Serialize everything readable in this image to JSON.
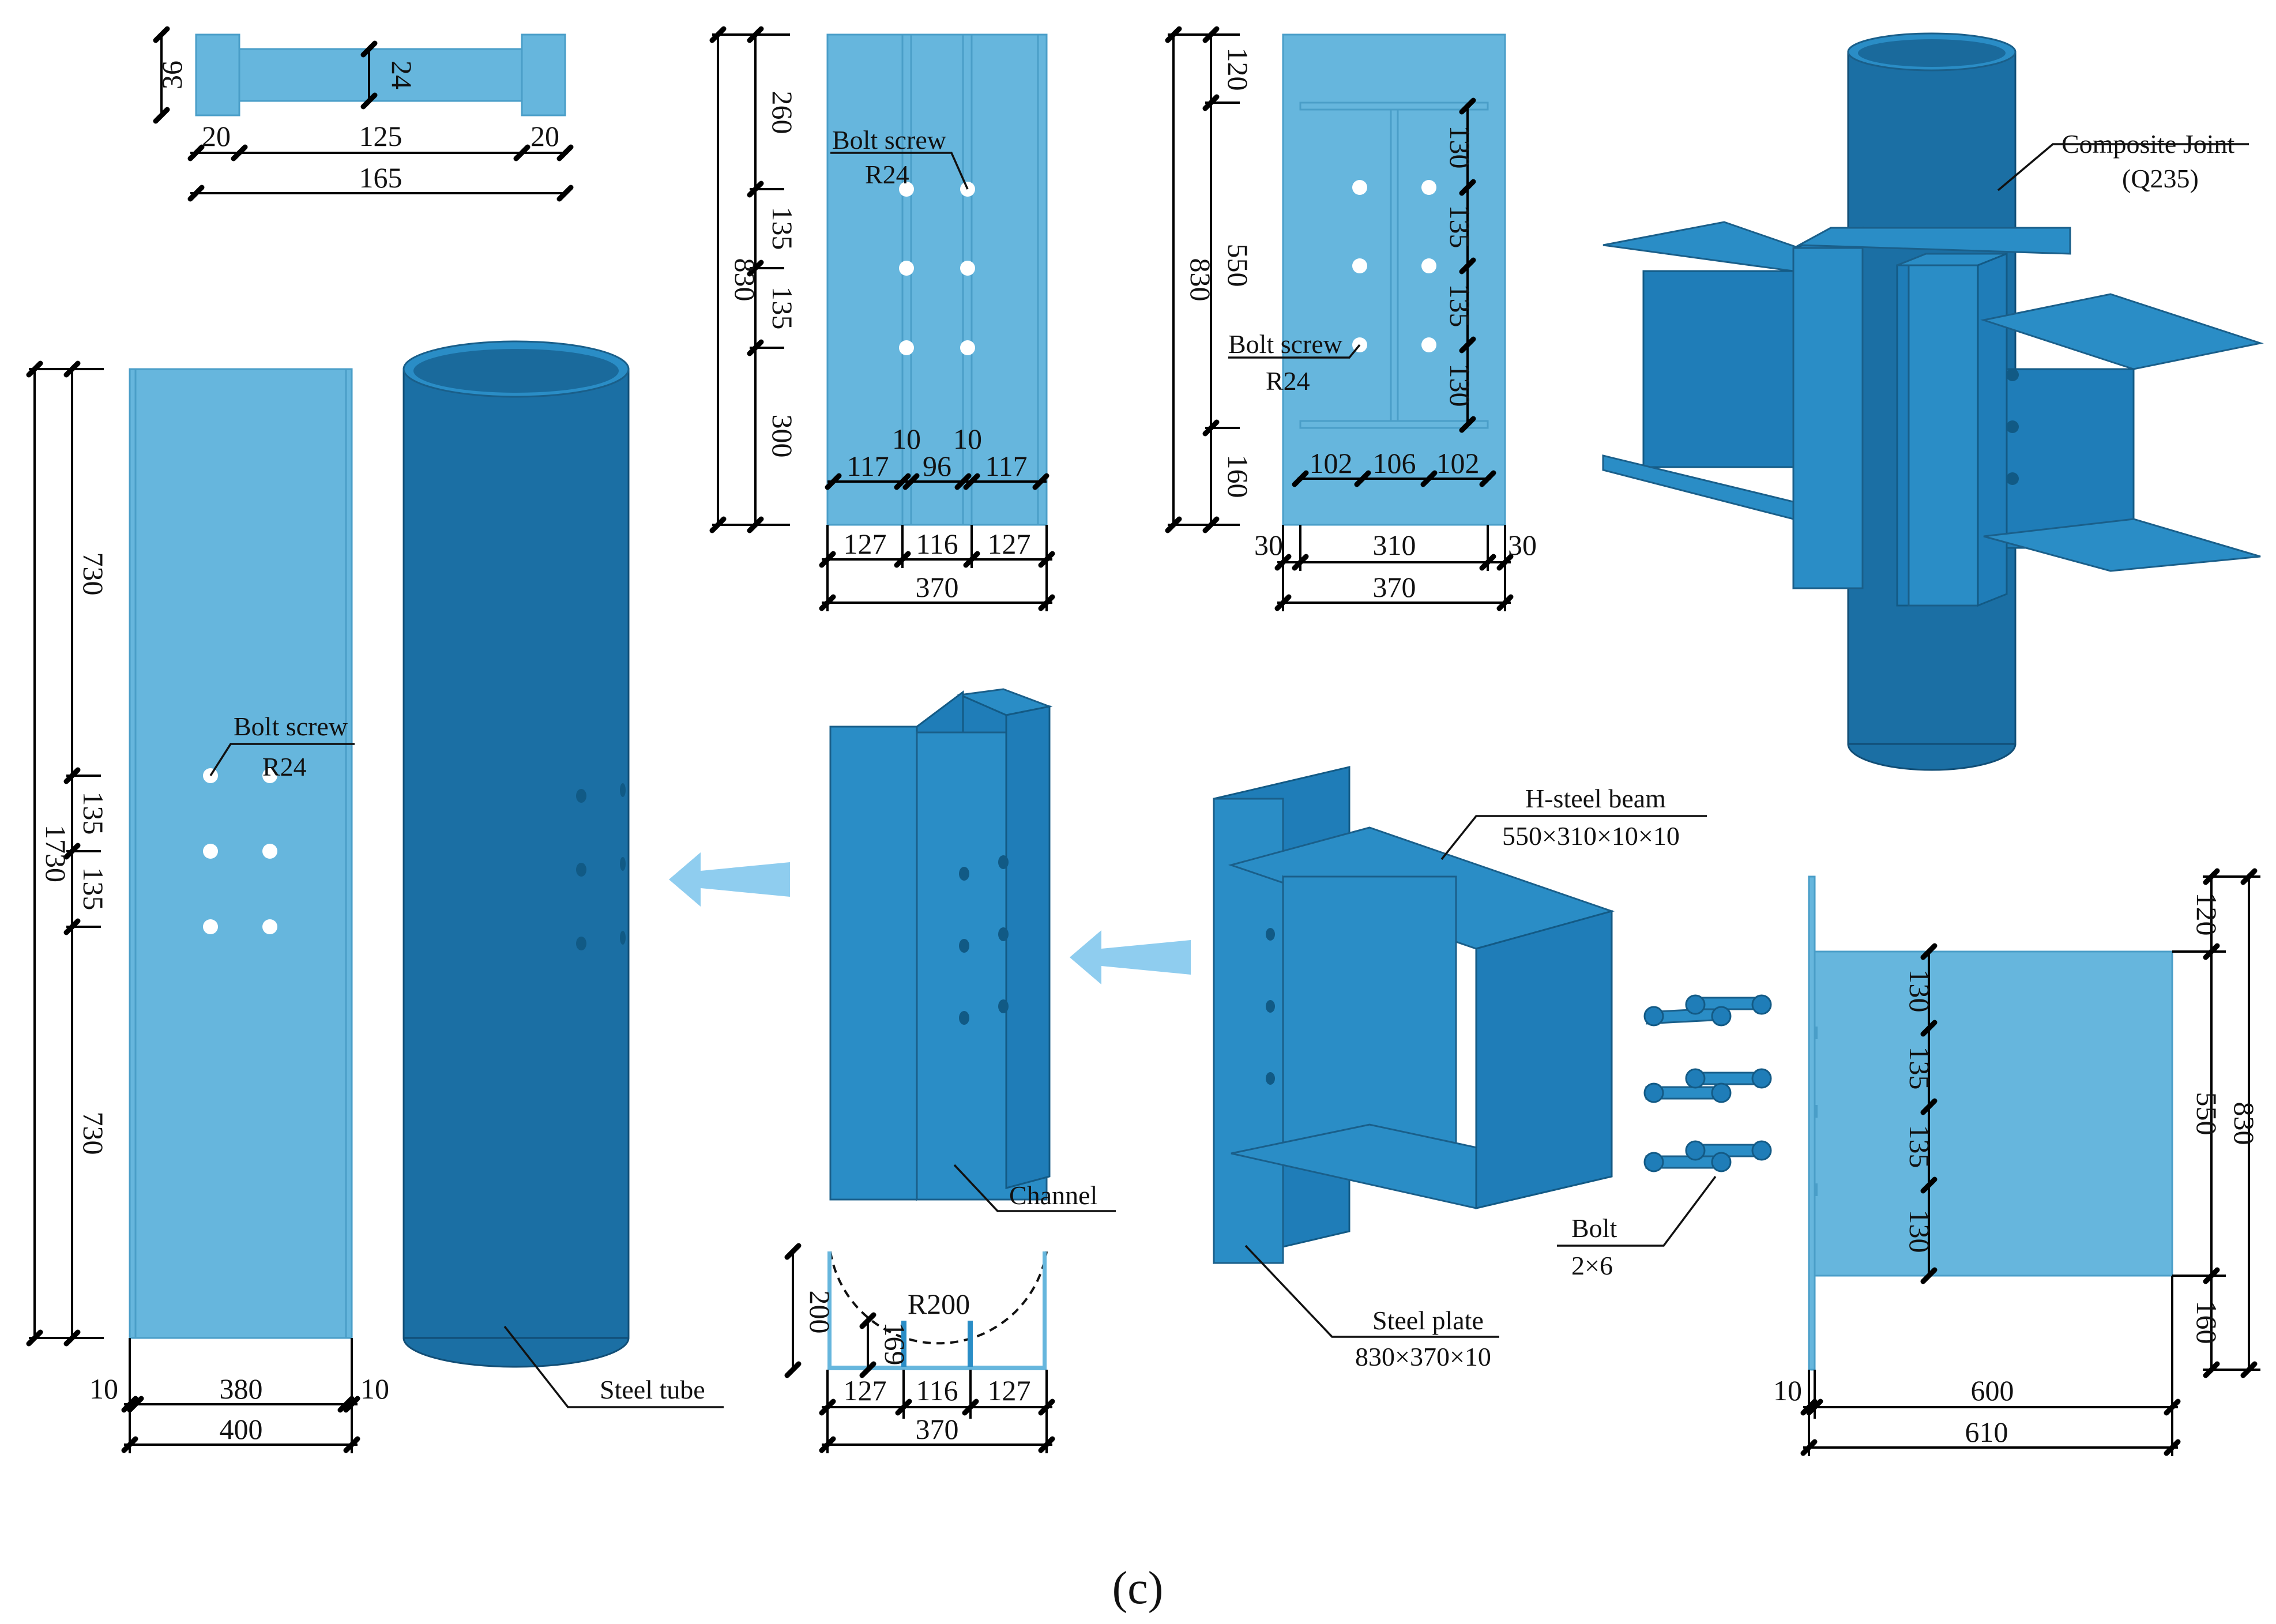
{
  "figure": {
    "caption": "(c)",
    "colors": {
      "plate_light": "#66b6dd",
      "plate_dark": "#1f7db8",
      "tube": "#1b6fa4"
    }
  },
  "bolt_drawing": {
    "dims": [
      "36",
      "24",
      "20",
      "125",
      "20",
      "165"
    ]
  },
  "channel_plate": {
    "label": "Bolt screw",
    "sublabel": "R24",
    "dims": [
      "260",
      "135",
      "135",
      "300",
      "830",
      "10",
      "10",
      "117",
      "96",
      "117",
      "127",
      "116",
      "127",
      "370"
    ]
  },
  "end_plate": {
    "label": "Bolt screw",
    "sublabel": "R24",
    "dims": [
      "120",
      "550",
      "160",
      "830",
      "130",
      "135",
      "135",
      "130",
      "102",
      "106",
      "102",
      "30",
      "310",
      "30",
      "370"
    ]
  },
  "composite_joint": {
    "label": "Composite Joint",
    "sublabel": "(Q235)"
  },
  "tube_elevation": {
    "label": "Bolt screw",
    "sublabel": "R24",
    "dims": [
      "730",
      "135",
      "135",
      "730",
      "1730",
      "10",
      "380",
      "10",
      "400"
    ]
  },
  "steel_tube": {
    "label": "Steel tube"
  },
  "channel_3d": {
    "label": "Channel"
  },
  "channel_section": {
    "dims": [
      "200",
      "169",
      "R200",
      "127",
      "116",
      "127",
      "370"
    ]
  },
  "beam_3d": {
    "beam_label": "H-steel beam",
    "beam_spec": "550×310×10×10",
    "plate_label": "Steel plate",
    "plate_spec": "830×370×10"
  },
  "bolts_3d": {
    "label": "Bolt",
    "spec": "2×6"
  },
  "beam_side": {
    "dims": [
      "120",
      "130",
      "135",
      "135",
      "130",
      "160",
      "550",
      "830",
      "10",
      "600",
      "610"
    ]
  }
}
